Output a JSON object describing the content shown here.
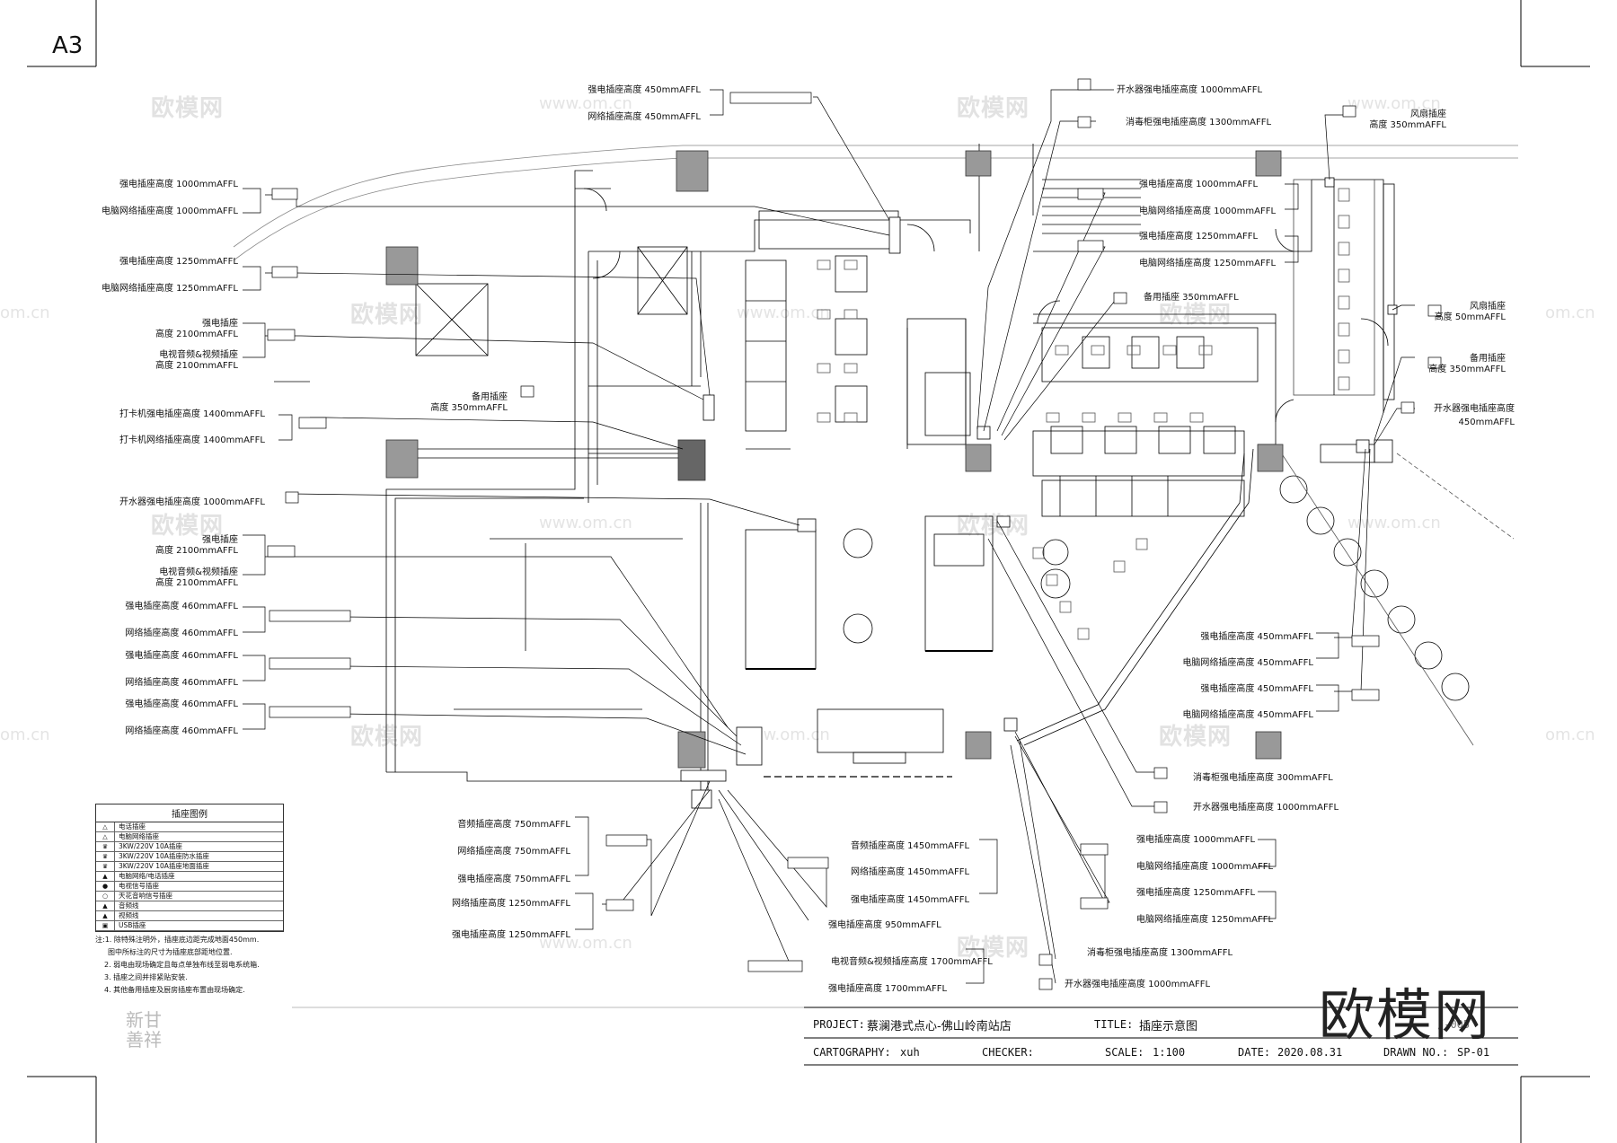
{
  "sheet_size": "A3",
  "watermark": {
    "text": "欧模网",
    "url": "www.om.cn",
    "url_short": "om.cn"
  },
  "legend": {
    "title": "插座图例",
    "items": [
      {
        "symbol": "△",
        "text": "电话插座"
      },
      {
        "symbol": "△",
        "text": "电脑网络插座"
      },
      {
        "symbol": "♛",
        "text": "3KW/220V 10A插座"
      },
      {
        "symbol": "♛",
        "text": "3KW/220V 10A插座防水插座"
      },
      {
        "symbol": "♛",
        "text": "3KW/220V 10A插座地面插座"
      },
      {
        "symbol": "▲",
        "text": "电脑网络/电话插座"
      },
      {
        "symbol": "●",
        "text": "电视信号插座"
      },
      {
        "symbol": "○",
        "text": "天花音响信号插座"
      },
      {
        "symbol": "▲",
        "text": "音频线"
      },
      {
        "symbol": "▲",
        "text": "视频线"
      },
      {
        "symbol": "▣",
        "text": "USB插座"
      }
    ]
  },
  "notes": [
    "注:1. 除特殊注明外，插座底边距完成地面450mm.",
    "图中所标注的尺寸为插座底部距地位置.",
    "2. 弱电由现场确定且每点单独布线至弱电系统箱.",
    "3. 插座之间并排紧贴安装.",
    "4. 其他备用插座及厨房插座布置由现场确定."
  ],
  "labels": {
    "l01": "强电插座高度  1000mmAFFL",
    "l02": "电脑网络插座高度  1000mmAFFL",
    "l03": "强电插座高度  1250mmAFFL",
    "l04": "电脑网络插座高度  1250mmAFFL",
    "l05a": "强电插座",
    "l05b": "高度  2100mmAFFL",
    "l06a": "电视音频&视频插座",
    "l06b": "高度  2100mmAFFL",
    "l07a": "备用插座",
    "l07b": "高度 350mmAFFL",
    "l08": "打卡机强电插座高度  1400mmAFFL",
    "l09": "打卡机网络插座高度  1400mmAFFL",
    "l10": "开水器强电插座高度  1000mmAFFL",
    "l11a": "强电插座",
    "l11b": "高度  2100mmAFFL",
    "l12a": "电视音频&视频插座",
    "l12b": "高度  2100mmAFFL",
    "l13": "强电插座高度  460mmAFFL",
    "l14": "网络插座高度  460mmAFFL",
    "l15": "强电插座高度  460mmAFFL",
    "l16": "网络插座高度  460mmAFFL",
    "l17": "强电插座高度  460mmAFFL",
    "l18": "网络插座高度  460mmAFFL",
    "t01": "强电插座高度  450mmAFFL",
    "t02": "网络插座高度  450mmAFFL",
    "t03": "开水器强电插座高度  1000mmAFFL",
    "t04": "消毒柜强电插座高度  1300mmAFFL",
    "t05": "强电插座高度  1000mmAFFL",
    "t06": "电脑网络插座高度  1000mmAFFL",
    "t07": "强电插座高度  1250mmAFFL",
    "t08": "电脑网络插座高度  1250mmAFFL",
    "t09": "备用插座  350mmAFFL",
    "r01a": "风扇插座",
    "r01b": "高度 350mmAFFL",
    "r02a": "风扇插座",
    "r02b": "高度 50mmAFFL",
    "r03a": "备用插座",
    "r03b": "高度 350mmAFFL",
    "r04a": "开水器强电插座高度",
    "r04b": "450mmAFFL",
    "r05": "强电插座高度  450mmAFFL",
    "r06": "电脑网络插座高度  450mmAFFL",
    "r07": "强电插座高度  450mmAFFL",
    "r08": "电脑网络插座高度  450mmAFFL",
    "r09": "消毒柜强电插座高度  300mmAFFL",
    "r10": "开水器强电插座高度  1000mmAFFL",
    "b01": "音频插座高度  750mmAFFL",
    "b02": "网络插座高度  750mmAFFL",
    "b03": "强电插座高度  750mmAFFL",
    "b04": "网络插座高度  1250mmAFFL",
    "b05": "强电插座高度  1250mmAFFL",
    "b06": "音频插座高度  1450mmAFFL",
    "b07": "网络插座高度  1450mmAFFL",
    "b08": "强电插座高度  1450mmAFFL",
    "b09": "强电插座高度  950mmAFFL",
    "b10": "电视音频&视频插座高度 1700mmAFFL",
    "b11": "强电插座高度  1700mmAFFL",
    "b12": "强电插座高度  1000mmAFFL",
    "b13": "电脑网络插座高度  1000mmAFFL",
    "b14": "强电插座高度  1250mmAFFL",
    "b15": "电脑网络插座高度  1250mmAFFL",
    "b16": "消毒柜强电插座高度  1300mmAFFL",
    "b17": "开水器强电插座高度  1000mmAFFL"
  },
  "title_block": {
    "project_label": "PROJECT:",
    "project_value": "蔡澜港式点心-佛山岭南站店",
    "title_label": "TITLE:",
    "title_value": "插座示意图",
    "cartography_label": "CARTOGRAPHY:",
    "cartography_value": "xuh",
    "checker_label": "CHECKER:",
    "scale_label": "SCALE:",
    "scale_value": "1:100",
    "date_label": "DATE:",
    "date_value": "2020.08.31",
    "drawn_label": "DRAWN NO.:",
    "drawn_value": "SP-01",
    "partial_code": "/-005"
  },
  "logo": {
    "line1": "新甘",
    "line2": "善祥"
  },
  "big_watermark": "欧模网"
}
